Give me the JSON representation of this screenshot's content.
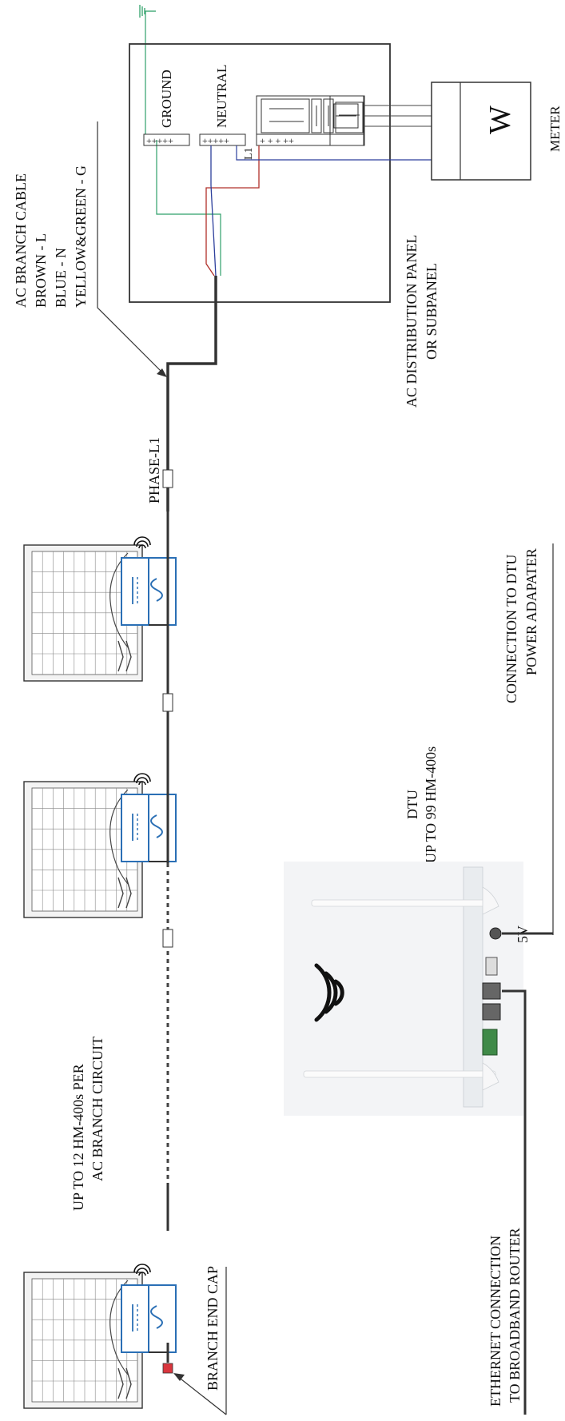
{
  "labels": {
    "ac_branch_cable": "AC BRANCH CABLE",
    "brown_l": "BROWN - L",
    "blue_n": "BLUE - N",
    "yellow_green_g": "YELLOW&GREEN - G",
    "ground": "GROUND",
    "neutral": "NEUTRAL",
    "l1": "L1",
    "meter_symbol": "W",
    "meter": "METER",
    "distribution_panel_1": "AC DISTRIBUTION PANEL",
    "distribution_panel_2": "OR SUBPANEL",
    "phase_l1": "PHASE-L1",
    "connection_dtu_1": "CONNECTION TO DTU",
    "connection_dtu_2": "POWER ADAPATER",
    "dtu_1": "DTU",
    "dtu_2": "UP TO 99 HM-400s",
    "five_v": "5V",
    "up_to_12_1": "UP TO 12 HM-400s PER",
    "up_to_12_2": "AC BRANCH CIRCUIT",
    "branch_end_cap": "BRANCH END CAP",
    "ethernet_1": "ETHERNET CONNECTION",
    "ethernet_2": "TO BROADBAND ROUTER"
  },
  "colors": {
    "brown_wire": "#b0302a",
    "blue_wire": "#2c3f9c",
    "ground_wire": "#2fa06a",
    "inverter_blue": "#2a6fb5",
    "end_cap": "#d9363e"
  },
  "icons": [
    "ground-icon",
    "wifi-icon",
    "sine-wave-icon",
    "dc-symbol-icon",
    "solar-panel-icon",
    "antenna-icon",
    "ethernet-port-icon"
  ]
}
